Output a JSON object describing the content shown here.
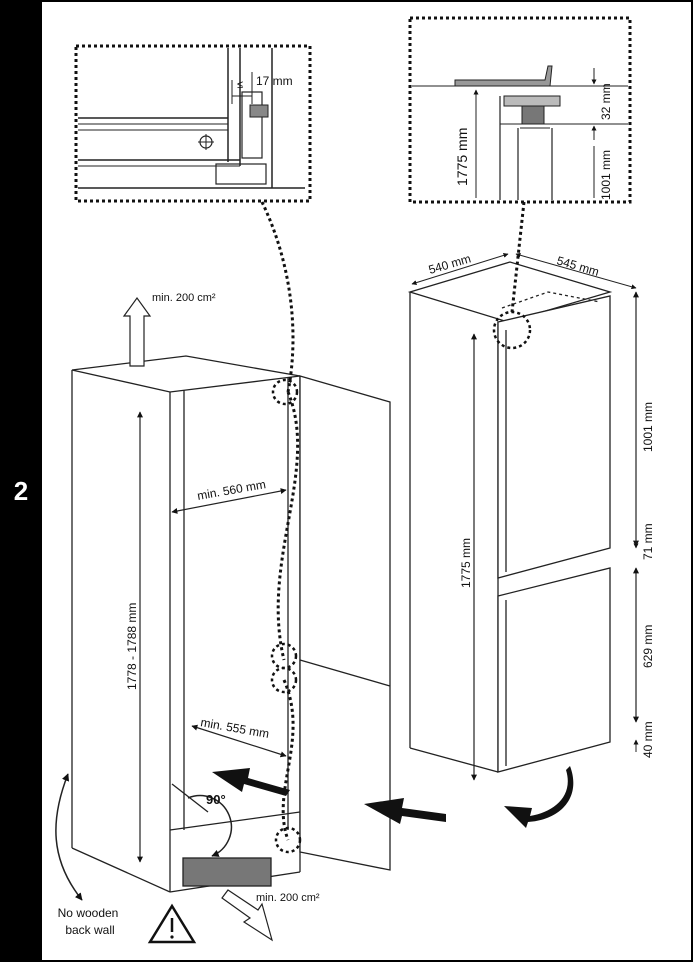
{
  "step": {
    "number": "2"
  },
  "detail_top_left": {
    "dimension": "17 mm",
    "symbol": "≤"
  },
  "detail_top_right": {
    "height": "1775 mm",
    "upper": "32 mm",
    "lower": "1001 mm"
  },
  "cabinet": {
    "vent_top": "min. 200 cm²",
    "vent_bottom": "min. 200 cm²",
    "height_range": "1778 - 1788 mm",
    "width_upper": "min. 560 mm",
    "width_lower": "min. 555 mm",
    "angle": "90°",
    "back_wall_line1": "No wooden",
    "back_wall_line2": "back wall"
  },
  "fridge": {
    "depth": "540 mm",
    "width": "545 mm",
    "height": "1775 mm",
    "upper_door": "1001 mm",
    "gap": "71 mm",
    "lower_door": "629 mm",
    "bottom": "40 mm"
  },
  "colors": {
    "border": "#000000",
    "line": "#1a1a1a",
    "panel": "#ffffff"
  }
}
